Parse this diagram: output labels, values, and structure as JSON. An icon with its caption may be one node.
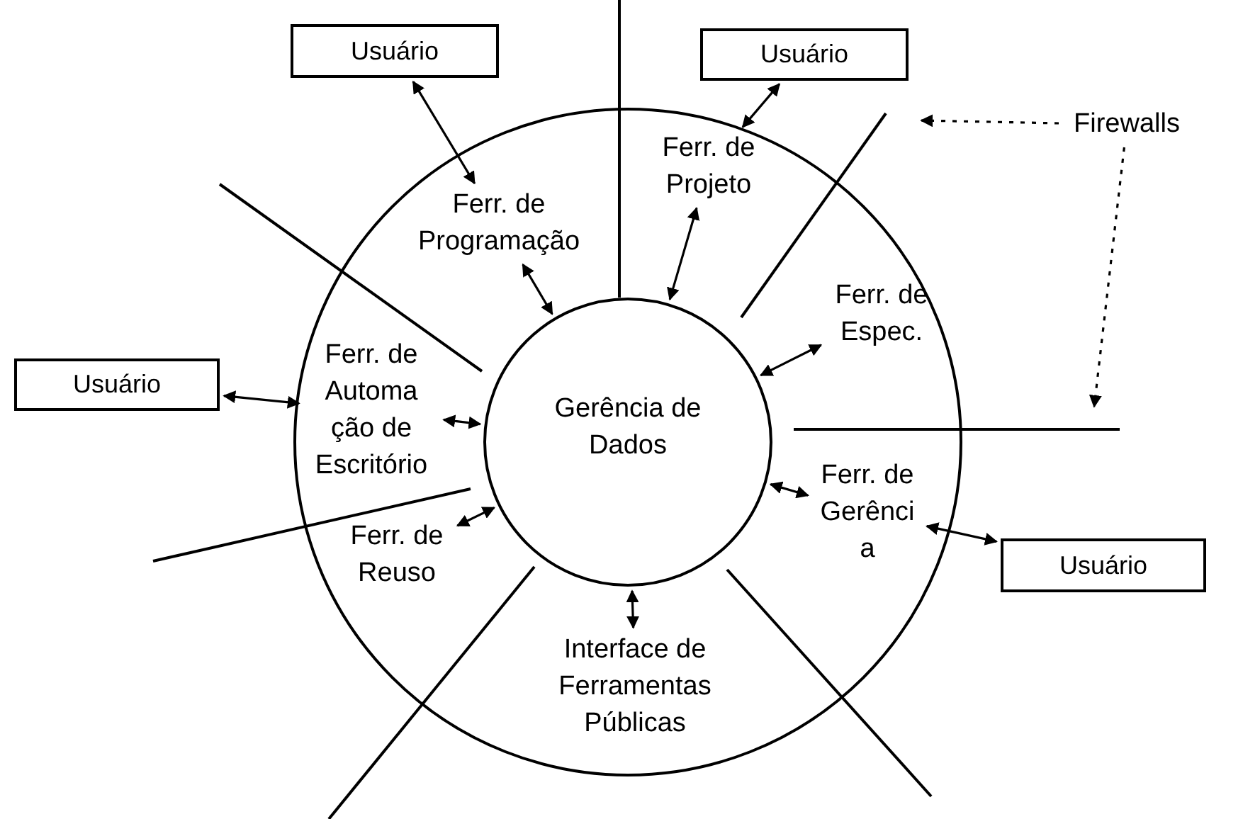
{
  "diagram": {
    "nodes": [
      {
        "text": [
          "Usuário"
        ]
      },
      {
        "text": [
          "Usuário"
        ]
      },
      {
        "text": [
          "Firewalls"
        ]
      },
      {
        "text": [],
        "shape": "circle"
      },
      {
        "text": [
          "Ferr. de Programação"
        ],
        "in": 3
      },
      {
        "text": [
          "Ferr. de Projeto"
        ],
        "in": 3
      },
      {
        "text": [
          "Ferr. de Espec."
        ],
        "in": 3
      },
      {
        "text": [
          "Usuário"
        ]
      },
      {
        "text": [
          "Ferr. de Automa ção de Escritório"
        ],
        "in": 3
      },
      {
        "text": [
          "Gerência de Dados"
        ],
        "in": 3
      },
      {
        "text": [
          "Ferr. de Gerênci a"
        ],
        "in": 3
      },
      {
        "text": [
          "Ferr. de Reuso"
        ],
        "in": 3
      },
      {
        "text": [
          "Usuário"
        ]
      },
      {
        "text": [
          "Interface de Ferramentas Públicas"
        ],
        "in": 3
      }
    ],
    "edges": [
      {
        "from": 0,
        "to": 4,
        "arrow": "both"
      },
      {
        "from": 1,
        "to": 5,
        "arrow": "both"
      },
      {
        "from": 2,
        "to": null,
        "arrow": "to",
        "style": "dashed"
      },
      {
        "from": 2,
        "to": null,
        "arrow": "to",
        "style": "dashed"
      },
      {
        "from": 7,
        "to": 8,
        "arrow": "both"
      },
      {
        "from": 4,
        "to": 9,
        "arrow": "both"
      },
      {
        "from": 5,
        "to": 9,
        "arrow": "both"
      },
      {
        "from": 6,
        "to": 9,
        "arrow": "both"
      },
      {
        "from": 8,
        "to": 9,
        "arrow": "both"
      },
      {
        "from": 10,
        "to": 9,
        "arrow": "both"
      },
      {
        "from": 11,
        "to": 9,
        "arrow": "both"
      },
      {
        "from": 13,
        "to": 9,
        "arrow": "both"
      },
      {
        "from": 12,
        "to": 10,
        "arrow": "both"
      }
    ]
  }
}
